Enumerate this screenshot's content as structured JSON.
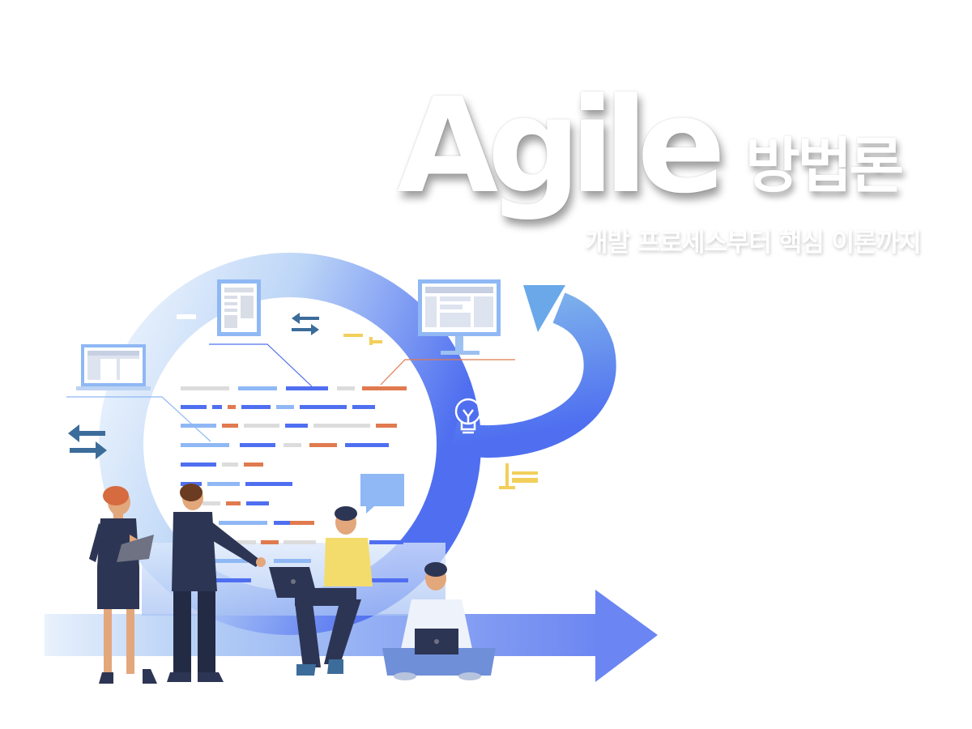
{
  "title": {
    "main": "Agile",
    "sub": "방법론",
    "tagline": "개발 프로세스부터 핵심 이론까지"
  },
  "illustration": {
    "icons": [
      "laptop-icon",
      "document-icon",
      "monitor-icon",
      "swap-arrows-icon",
      "lightbulb-icon",
      "speech-bubble-icon",
      "tablet-icon"
    ],
    "people": [
      "woman-with-tablet",
      "man-pointing",
      "man-with-laptop-on-bench",
      "man-sitting-cross-legged-with-laptop"
    ]
  },
  "colors": {
    "primary_blue": "#4f6ff0",
    "light_blue": "#8fb8f4",
    "pale_blue": "#d6e6fb",
    "orange": "#e07a4f",
    "yellow": "#f2cf5b",
    "navy": "#2d3554",
    "gray": "#dcdcdc"
  }
}
